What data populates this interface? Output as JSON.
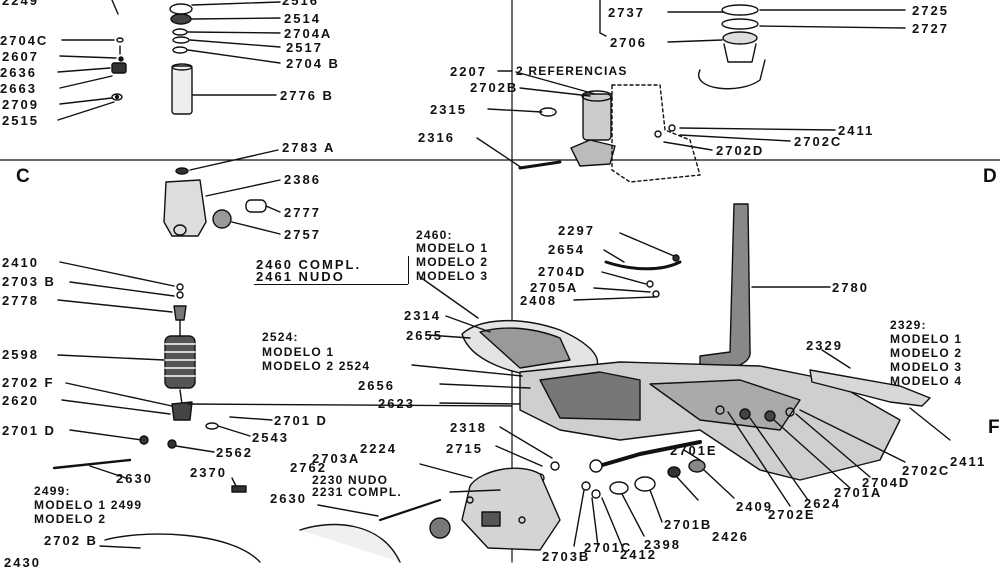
{
  "section_letters": [
    "C",
    "D",
    "F"
  ],
  "part_numbers": {
    "p2249": "2249",
    "p2516": "2516",
    "p2514": "2514",
    "p2704A": "2704A",
    "p2704C": "2704C",
    "p2517": "2517",
    "p2607": "2607",
    "p2704B": "2704 B",
    "p2636": "2636",
    "p2663": "2663",
    "p2776B": "2776 B",
    "p2709": "2709",
    "p2515": "2515",
    "p2737": "2737",
    "p2725": "2725",
    "p2727": "2727",
    "p2706": "2706",
    "p2207": "2207",
    "p2702B": "2702B",
    "p2315": "2315",
    "p2411a": "2411",
    "p2702C_top": "2702C",
    "p2316": "2316",
    "p2702D": "2702D",
    "p2783A": "2783 A",
    "p2386": "2386",
    "p2777": "2777",
    "p2757": "2757",
    "p2297": "2297",
    "p2654": "2654",
    "p2704D_a": "2704D",
    "p2705A": "2705A",
    "p2408": "2408",
    "p2780": "2780",
    "p2410": "2410",
    "p2703B_a": "2703 B",
    "p2778": "2778",
    "p2314": "2314",
    "p2655": "2655",
    "p2598": "2598",
    "p2656": "2656",
    "p2329": "2329",
    "p2702F": "2702 F",
    "p2623": "2623",
    "p2620": "2620",
    "p2701D_a": "2701 D",
    "p2701D_b": "2701 D",
    "p2543": "2543",
    "p2318": "2318",
    "p2411b": "2411",
    "p2562": "2562",
    "p2224": "2224",
    "p2715": "2715",
    "p2701E": "2701E",
    "p2703A": "2703A",
    "p2702C": "2702C",
    "p2630a": "2630",
    "p2762": "2762",
    "p2704D_b": "2704D",
    "p2370": "2370",
    "p2701A": "2701A",
    "p2624": "2624",
    "p2630b": "2630",
    "p2409": "2409",
    "p2702E": "2702E",
    "p2701B": "2701B",
    "p2426": "2426",
    "p2702B_b": "2702 B",
    "p2398": "2398",
    "p2701C": "2701C",
    "p2412": "2412",
    "p2703B_b": "2703B",
    "p2430": "2430"
  },
  "notes": {
    "referencias": "2 REFERENCIAS",
    "n2460_head": "2460:",
    "modelo1": "MODELO 1",
    "modelo2": "MODELO 2",
    "modelo3": "MODELO 3",
    "modelo4": "MODELO 4",
    "compl_2460": "2460 COMPL.",
    "nudo_2461": "2461 NUDO",
    "n2524_head": "2524:",
    "modelo_2_2524": "MODELO 2 2524",
    "n2329_head": "2329:",
    "n2499_head": "2499:",
    "modelo_1_2499": "MODELO 1 2499",
    "nudo_2230": "2230 NUDO",
    "compl_2231": "2231 COMPL."
  }
}
